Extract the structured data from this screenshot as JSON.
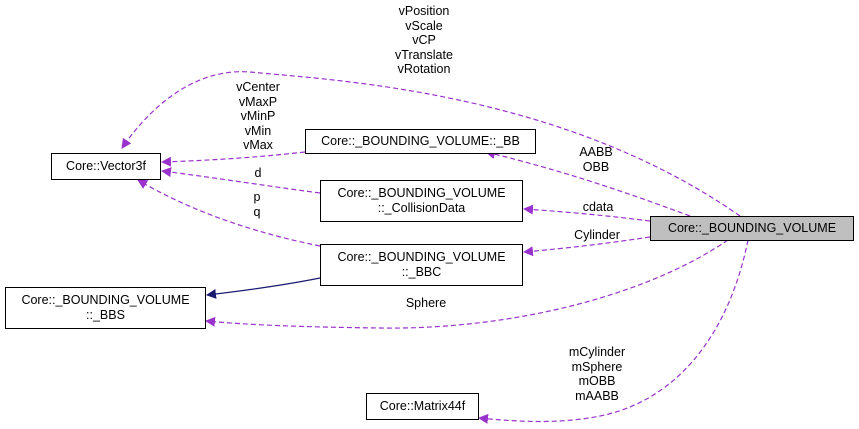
{
  "nodes": {
    "vector3f": {
      "lines": [
        "Core::Vector3f"
      ]
    },
    "bb": {
      "lines": [
        "Core::_BOUNDING_VOLUME::_BB"
      ]
    },
    "collision": {
      "lines": [
        "Core::_BOUNDING_VOLUME",
        "::_CollisionData"
      ]
    },
    "bbc": {
      "lines": [
        "Core::_BOUNDING_VOLUME",
        "::_BBC"
      ]
    },
    "bbs": {
      "lines": [
        "Core::_BOUNDING_VOLUME",
        "::_BBS"
      ]
    },
    "bv": {
      "lines": [
        "Core::_BOUNDING_VOLUME"
      ]
    },
    "matrix": {
      "lines": [
        "Core::Matrix44f"
      ]
    }
  },
  "edge_labels": {
    "bv_vector": [
      "vPosition",
      "vScale",
      "vCP",
      "vTranslate",
      "vRotation"
    ],
    "bb_vector": [
      "vCenter",
      "vMaxP",
      "vMinP",
      "vMin",
      "vMax"
    ],
    "collision_vector": [
      "d"
    ],
    "bbc_vector": [
      "p",
      "q"
    ],
    "bv_bb": [
      "AABB",
      "OBB"
    ],
    "bv_collision": [
      "cdata"
    ],
    "bv_bbc": [
      "Cylinder"
    ],
    "bv_bbs": [
      "Sphere"
    ],
    "bv_matrix": [
      "mCylinder",
      "mSphere",
      "mOBB",
      "mAABB"
    ]
  },
  "colors": {
    "usage_edge": "#9a32cd",
    "inheritance_edge": "#191970",
    "selected_fill": "#bfbfbf"
  }
}
